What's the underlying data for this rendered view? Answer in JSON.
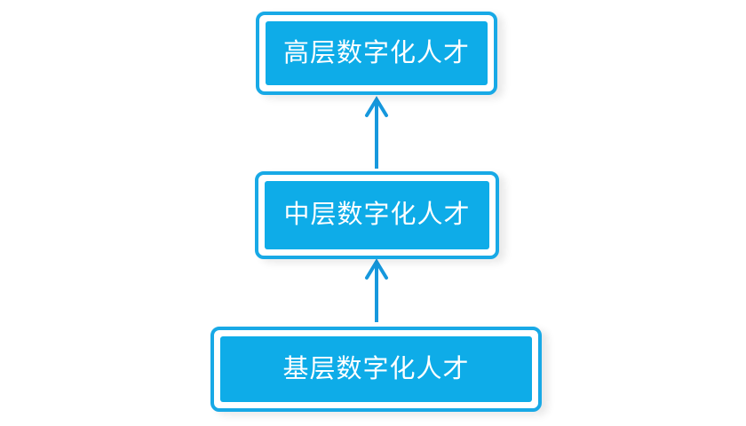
{
  "diagram": {
    "type": "vertical-flow-hierarchy",
    "colors": {
      "fill": "#0EACE8",
      "border": "#18A9E6",
      "arrow": "#1698DD",
      "text": "#FFFFFF",
      "background": "#FFFFFF"
    },
    "nodes": [
      {
        "id": "top",
        "level": "high",
        "label": "高层数字化人才"
      },
      {
        "id": "middle",
        "level": "middle",
        "label": "中层数字化人才"
      },
      {
        "id": "bottom",
        "level": "base",
        "label": "基层数字化人才"
      }
    ],
    "arrows": [
      {
        "from": "bottom",
        "to": "middle",
        "direction": "up"
      },
      {
        "from": "middle",
        "to": "top",
        "direction": "up"
      }
    ]
  }
}
